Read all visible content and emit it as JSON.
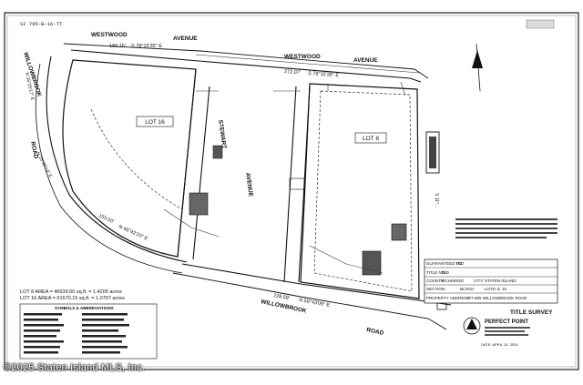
{
  "drawing": {
    "file_ref": "SI 795-B-16-TT",
    "streets": {
      "westwood_left": "WESTWOOD",
      "avenue_left": "AVENUE",
      "westwood_right": "WESTWOOD",
      "avenue_right": "AVENUE",
      "willowbrook_left": "WILLOWBROOK",
      "road_left": "ROAD",
      "stewart": "STEWART",
      "stewart_avenue": "AVENUE",
      "willowbrook_bottom": "WILLOWBROOK",
      "road_bottom": "ROAD"
    },
    "bearings": {
      "top_left_dist": "190.16'",
      "top_left_bearing": "S 78°15'35\" E",
      "top_right_dist": "272.07'",
      "top_right_bearing": "S 78°15'35\" E",
      "left_road_1": "N 05°25'17\" E",
      "left_road_2": "N 15°00'14\" E",
      "bottom_left_dist": "155.50'",
      "bottom_left_bearing": "N 46°42'20\" E",
      "bottom_dist": "228.59'",
      "bottom_bearing": "N 59°43'09\" E",
      "right_side": "S 11°..."
    },
    "lots": {
      "lot16": "LOT 16",
      "lot8": "LOT 8"
    },
    "areas": {
      "lot8_area": "LOT 8 AREA = 46639.60 sq.ft. = 1.4205 acres",
      "lot16_area": "LOT 16 AREA = 61670.15 sq.ft. = 1.0707 acres"
    },
    "symbols_title": "SYMBOLS & ABBREVIATIONS",
    "title_block": {
      "guaranteed_to": "GUARANTEED TO:",
      "guaranteed_val": "TBD",
      "title_no": "TITLE NO:",
      "title_val": "TBD",
      "county": "COUNTY:",
      "county_val": "RICHMOND",
      "city": "CITY:",
      "city_val": "STATEN ISLAND",
      "section": "SECTION:",
      "block": "BLOCK:",
      "lots": "LOTS:",
      "lots_val": "8, 16",
      "address_label": "PROPERTY ADDRESS:",
      "address": "777-805 WILLOWBROOK ROAD",
      "survey_type": "TITLE SURVEY",
      "company": "PERFECT POINT",
      "date": "DATE: APRIL 15, 2024"
    }
  },
  "watermark": "©2025 Staten Island MLS, Inc."
}
